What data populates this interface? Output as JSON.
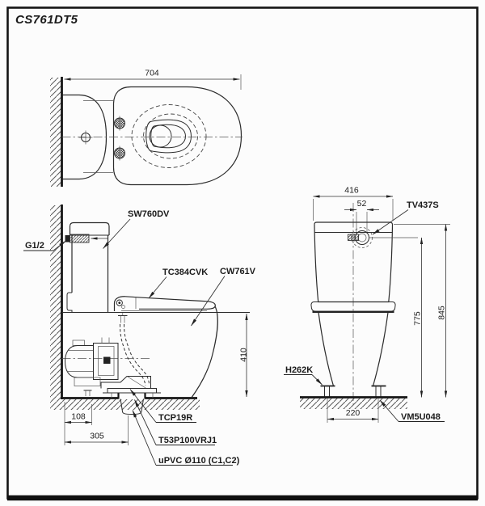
{
  "title": "CS761DT5",
  "colors": {
    "line": "#2b2b2b",
    "accent_dark": "#1b1b1b",
    "background": "#fcfcfc"
  },
  "top_view": {
    "dim_width": "704"
  },
  "side_view": {
    "labels": {
      "tank": "SW760DV",
      "supply": "G1/2",
      "seat": "TC384CVK",
      "bowl": "CW761V",
      "flange": "TCP19R",
      "joint": "T53P100VRJ1",
      "pipe": "uPVC Ø110 (C1,C2)"
    },
    "dims": {
      "wall_to_valve": "108",
      "wall_to_drain": "305",
      "rim_height": "410"
    }
  },
  "front_view": {
    "labels": {
      "stop_valve": "TV437S",
      "bolt": "H262K",
      "floor_fitting": "VM5U048"
    },
    "dims": {
      "tank_width": "416",
      "button_offset": "52",
      "valve_height": "775",
      "total_height": "845",
      "bolt_spacing": "220"
    }
  }
}
